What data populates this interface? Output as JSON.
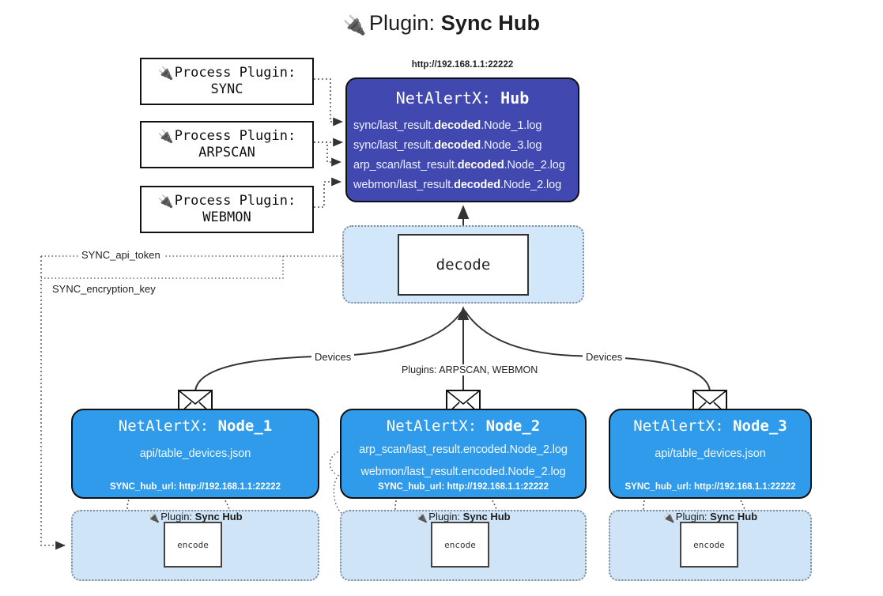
{
  "title": {
    "icon": "plug-icon",
    "prefix": "Plugin: ",
    "name": "Sync Hub"
  },
  "process_plugins": [
    {
      "icon": "plug-icon",
      "line1": "Process Plugin:",
      "line2": "SYNC"
    },
    {
      "icon": "plug-icon",
      "line1": "Process Plugin:",
      "line2": "ARPSCAN"
    },
    {
      "icon": "plug-icon",
      "line1": "Process Plugin:",
      "line2": "WEBMON"
    }
  ],
  "hub": {
    "url": "http://192.168.1.1:22222",
    "title_prefix": "NetAlertX: ",
    "title_name": "Hub",
    "logs": [
      {
        "pre": "sync/last_result.",
        "bold": "decoded",
        "post": ".Node_1.log"
      },
      {
        "pre": "sync/last_result.",
        "bold": "decoded",
        "post": ".Node_3.log"
      },
      {
        "pre": "arp_scan/last_result.",
        "bold": "decoded",
        "post": ".Node_2.log"
      },
      {
        "pre": "webmon/last_result.",
        "bold": "decoded",
        "post": ".Node_2.log"
      }
    ]
  },
  "decode": {
    "label": "decode"
  },
  "settings_edges": [
    {
      "label": "SYNC_api_token"
    },
    {
      "label": "SYNC_encryption_key"
    }
  ],
  "flow_labels": {
    "devices_left": "Devices",
    "devices_right": "Devices",
    "plugins_middle": "Plugins: ARPSCAN, WEBMON"
  },
  "nodes": [
    {
      "icon": "envelope-icon",
      "title_prefix": "NetAlertX: ",
      "title_name": "Node_1",
      "lines": [
        "api/table_devices.json"
      ],
      "footer": "SYNC_hub_url: http://192.168.1.1:22222",
      "encode": {
        "plugin_icon": "plug-icon",
        "plugin_prefix": "Plugin: ",
        "plugin_name": "Sync Hub",
        "box_label": "encode"
      }
    },
    {
      "icon": "envelope-icon",
      "title_prefix": "NetAlertX: ",
      "title_name": "Node_2",
      "lines": [
        "arp_scan/last_result.encoded.Node_2.log",
        "webmon/last_result.encoded.Node_2.log"
      ],
      "footer": "SYNC_hub_url: http://192.168.1.1:22222",
      "encode": {
        "plugin_icon": "plug-icon",
        "plugin_prefix": "Plugin: ",
        "plugin_name": "Sync Hub",
        "box_label": "encode"
      }
    },
    {
      "icon": "envelope-icon",
      "title_prefix": "NetAlertX: ",
      "title_name": "Node_3",
      "lines": [
        "api/table_devices.json"
      ],
      "footer": "SYNC_hub_url: http://192.168.1.1:22222",
      "encode": {
        "plugin_icon": "plug-icon",
        "plugin_prefix": "Plugin: ",
        "plugin_name": "Sync Hub",
        "box_label": "encode"
      }
    }
  ],
  "colors": {
    "hub_fill": "#4149b0",
    "node_fill": "#2f9bea",
    "container_fill": "#cfe5f7",
    "decode_fill": "#d3e7fa",
    "stroke": "#111111"
  }
}
